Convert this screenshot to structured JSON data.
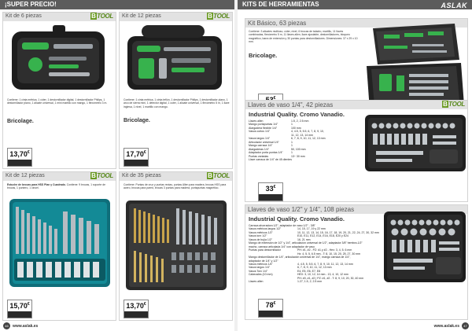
{
  "left_header": {
    "title": "¡SUPER PRECIO!"
  },
  "right_header": {
    "title": "KITS DE HERRAMIENTAS",
    "brand": "ASLAK",
    "brand_sub": "herramientas"
  },
  "brand_logo": {
    "letter": "B",
    "rest": "TOOL"
  },
  "colors": {
    "accent": "#6a9a22",
    "header": "#5c5c5c",
    "card_head": "#e2e2e2"
  },
  "cards": {
    "kit6": {
      "title": "Kit de 6 piezas",
      "desc": "Contiene: 1 cinta métrica, 1 cúter, 1 destornillador digital, 1 destornillador Philips, 1 destornillador plano, 1 alicate universal, 1 mini martillo con mango, 1 flexómetro 3 m.",
      "subhead": "Bricolage.",
      "price": "13,70",
      "ref": ""
    },
    "kit12a": {
      "title": "Kit de 12 piezas",
      "desc": "Contiene: 1 cinta métrica, 1 cinta teflón, 1 destornillador Philips, 1 destornillador plano, 1 arco de sierra mini, 1 detector digital, 1 cúter, 1 alicate universal, 1 flexómetro 5 m, 1 llave inglesa, 1 nivel, 1 martillo con mango.",
      "subhead": "Bricolage.",
      "price": "17,70"
    },
    "kit12b": {
      "title": "Kit de 12 piezas",
      "desc_bold": "Estuche de brocas para HSS Plan y Cuadrado.",
      "desc": "Contiene: 9 brocas, 1 soporte de brocas, 1 puntero, 1 cincel.",
      "price": "15,70"
    },
    "kit35": {
      "title": "Kit de 35 piezas",
      "desc": "Contiene: Puntas de cruz y puntas rectas, puntas Allen para madera, brocas HSS para acero, brocas para pared, brocas 3 puntas para madera, portapuntas magnético.",
      "price": "13,70"
    },
    "basico63": {
      "title": "Kit Básico, 63 piezas",
      "desc": "Contiene: 3 alicates multiuso, cúter, nivel, 6 brocas de taladro, martillo, 11 llaves combinadas, flexómetro 5 m, 11 llaves allen, llave ajustable, destornilladores, bloqueo magnético, barra de extensión y 30 puntas para destornilladores. Dimensiones: 37 x 29 x 10 mm.",
      "subhead": "Bricolage.",
      "price": "53"
    },
    "vaso42": {
      "title": "Llaves de vaso 1/4\", 42 piezas",
      "subhead": "Industrial Quality. Cromo Vanadio.",
      "specs": [
        {
          "k": "Llaves allen",
          "v": "1.5, 2, 2.5 mm"
        },
        {
          "k": "Mango portapuntas 1/4\"",
          "v": "1"
        },
        {
          "k": "Alargadera flexible 1/4\"",
          "v": "100 mm"
        },
        {
          "k": "Vasos cortos 1/4\"",
          "v": "4, 4.5, 5, 5.5, 6, 7, 8, 9, 10,"
        },
        {
          "k": "",
          "v": "11, 12, 13, 14 mm"
        },
        {
          "k": "Vasos largos 1/4\"",
          "v": "6, 7, 8, 9, 10, 11, 12, 13 mm"
        },
        {
          "k": "Articulador universal 1/4\"",
          "v": "1"
        },
        {
          "k": "Mango carraca 1/4\"",
          "v": "1"
        },
        {
          "k": "Alargaderas 1/4\"",
          "v": "50, 100 mm"
        },
        {
          "k": "Adaptador porta puntas 1/4\"",
          "v": "1"
        },
        {
          "k": "Puntas variadas",
          "v": "13~ 30 mm"
        },
        {
          "k": "Llave carraca de 1/4\" de 45 dientes",
          "v": ""
        }
      ],
      "price": "33"
    },
    "vaso108": {
      "title": "Llaves de vaso 1/2\" y 1/4\", 108 piezas",
      "subhead": "Industrial Quality. Cromo Vanadio.",
      "specs": [
        {
          "k": "Carraca ahorradora 1/2\", adaptador de vaso 1/2\" - 3/8\"",
          "v": ""
        },
        {
          "k": "Vasos métricos largos 1/2\"",
          "v": "14, 15, 17, 19 y 22 mm"
        },
        {
          "k": "Vasos métricos 1/2\"",
          "v": "10, 11, 12, 13, 14, 15, 16, 17, 18, 19, 20, 21, 22, 24, 27, 30, 32 mm"
        },
        {
          "k": "Vasos torx 1/2\"",
          "v": "E10, E11, E12, E14, E16, E18, E20 y E24"
        },
        {
          "k": "Vasos de bujía 1/2\"",
          "v": "16, 21 mm"
        },
        {
          "k": "Mango de extensión de 1/2\" y 1/4\", articulación universal de 1/2\", adaptador 3/8\" hembra-1/2\"",
          "v": ""
        },
        {
          "k": "macho, carraca articulada 1/4\" con adaptador de vaso",
          "v": ""
        },
        {
          "k": "Puntas para destornillador",
          "v": "PH: #1, #2 - PZ: #1 y #2 - Hex: 3, 4, 5, 6 mm"
        },
        {
          "k": "",
          "v": "Hx: 4, 5, 5, 6.5 mm - T: 8, 10, 15, 20, 25, 27, 30 mm"
        },
        {
          "k": "Mango destornillador de 1/4\", articulación universal de 1/4\", mango carraca de 1/4\",",
          "v": ""
        },
        {
          "k": "adaptador de 1/4\" y 1/2\"",
          "v": ""
        },
        {
          "k": "Vasos métricos 1/4\"",
          "v": "4, 4.5, 5, 5.5, 6, 7, 8, 9, 10, 11, 12, 13, 14 mm"
        },
        {
          "k": "Vasos largos 1/4\"",
          "v": "6, 7, 8, 9, 10, 11, 12, 13 mm"
        },
        {
          "k": "Vasos Torx 1/4\"",
          "v": "E4, E5, E6, E7, E8"
        },
        {
          "k": "Cabezales (10 mm)",
          "v": "HEX: 3, 10, 12, 14 mm - 13, 4, 10, 12 mm"
        },
        {
          "k": "",
          "v": "PH: #0, #1, #2 | PZ: #1, #2 - T: 8, 9, 10, 20, 30, 40 mm"
        },
        {
          "k": "Llaves allen",
          "v": "1.27, 1.5, 2, 2.5 mm"
        }
      ],
      "price": "78"
    }
  },
  "footer": {
    "left_url": "www.aslak.es",
    "right_url": "www.aslak.es",
    "left_page": "46",
    "right_page": "47"
  }
}
